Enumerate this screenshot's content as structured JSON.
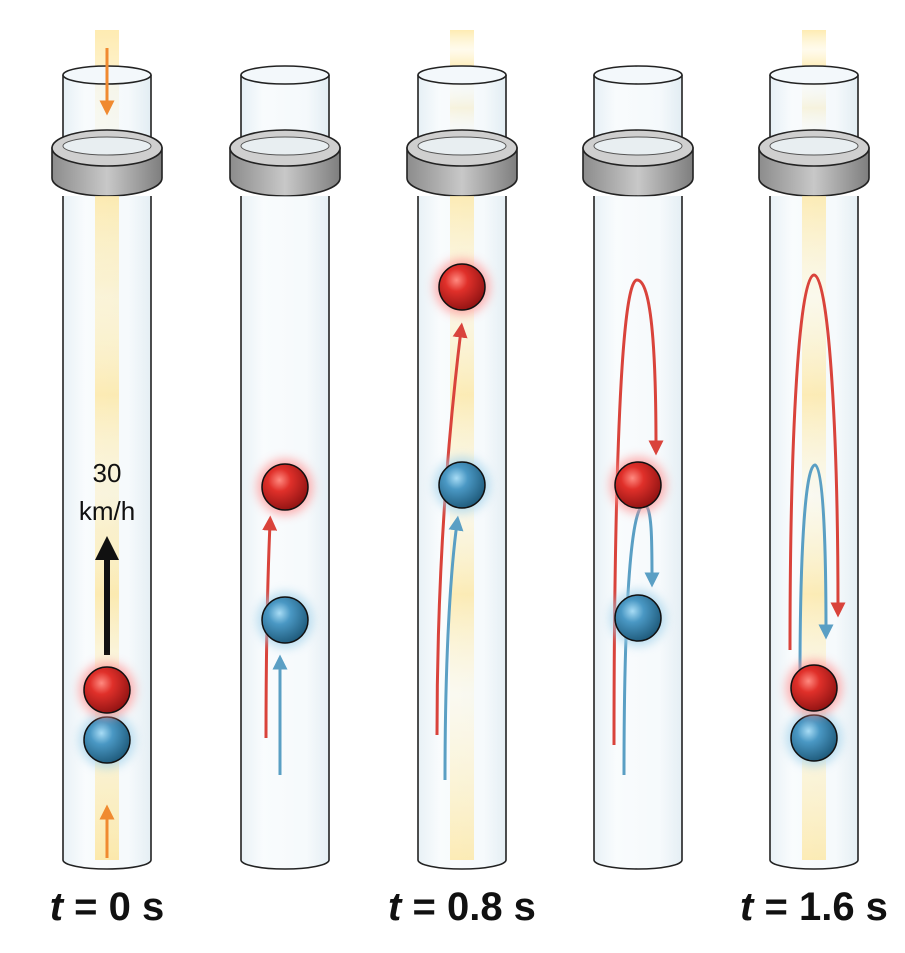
{
  "speed_label": {
    "value": "30",
    "unit": "km/h"
  },
  "time_labels": [
    {
      "var": "t",
      "eq": " = 0 s"
    },
    {
      "var": "t",
      "eq": " = 0.8 s"
    },
    {
      "var": "t",
      "eq": " = 1.6 s"
    }
  ],
  "colors": {
    "red_atom": "#d42a2a",
    "blue_atom": "#3f8db8",
    "red_path": "#d9433b",
    "blue_path": "#5a9fc4",
    "laser_arrow": "#f08a30",
    "laser_beam": "#fde9a6",
    "tube_outline": "#222222",
    "collar": "#a9a9a9"
  },
  "panels": [
    "t = 0 s",
    "intermediate",
    "t = 0.8 s",
    "intermediate",
    "t = 1.6 s"
  ]
}
